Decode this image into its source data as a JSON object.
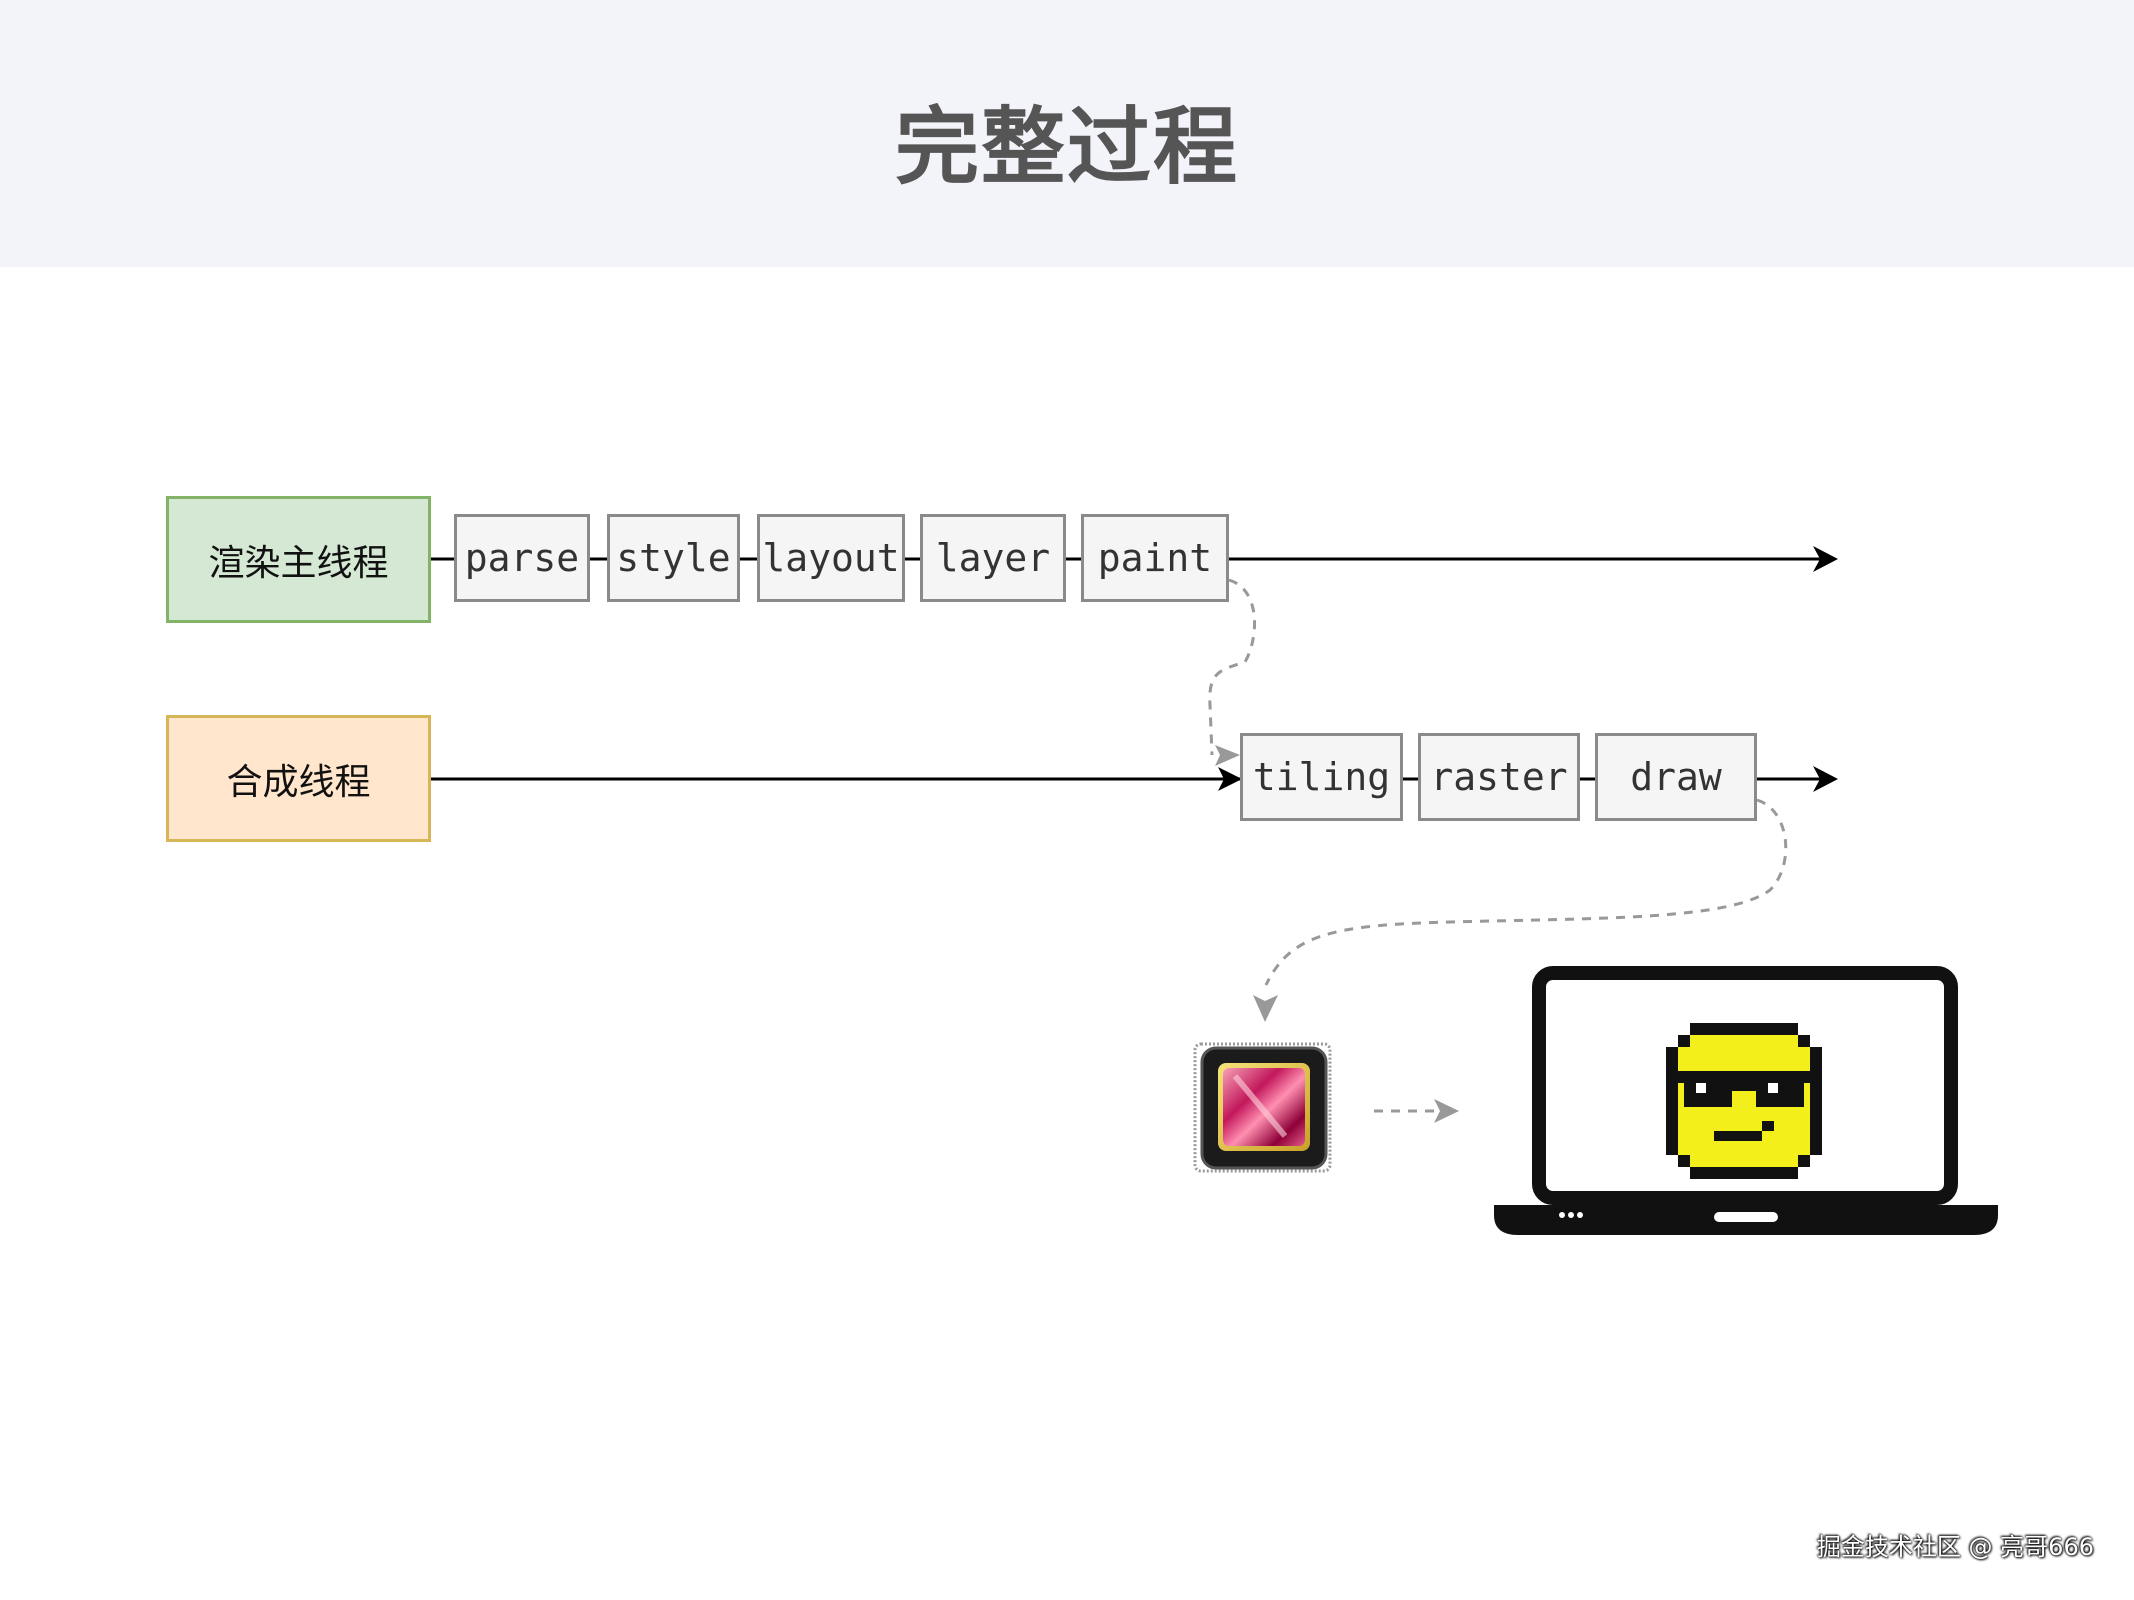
{
  "title": "完整过程",
  "threads": {
    "main": "渲染主线程",
    "compositor": "合成线程"
  },
  "main_steps": [
    "parse",
    "style",
    "layout",
    "layer",
    "paint"
  ],
  "compositor_steps": [
    "tiling",
    "raster",
    "draw"
  ],
  "icons": {
    "gpu": "gpu-chip-icon",
    "screen": "laptop-screen-icon",
    "face": "pixel-sunglasses-smiley-icon"
  },
  "colors": {
    "main_fill": "#d5e8d4",
    "main_border": "#82b366",
    "comp_fill": "#ffe6cc",
    "comp_border": "#d6b656",
    "step_fill": "#f5f5f5",
    "step_border": "#8a8a8a"
  },
  "watermark": "掘金技术社区 @ 亮哥666"
}
